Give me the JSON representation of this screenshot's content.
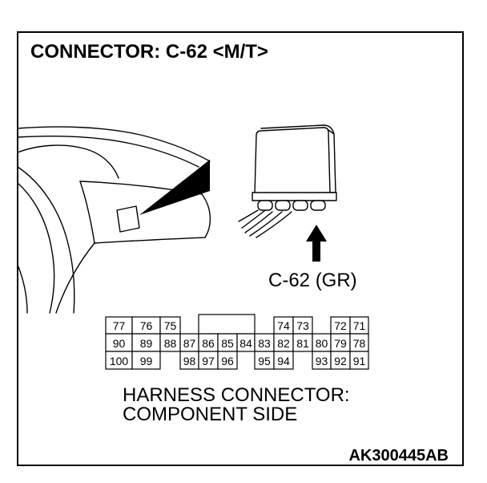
{
  "title": "CONNECTOR: C-62 <M/T>",
  "connector_label": "C-62 (GR)",
  "connector": {
    "rows": [
      [
        "77",
        "76",
        "75",
        null,
        null,
        null,
        null,
        null,
        "74",
        "73",
        null,
        "72",
        "71"
      ],
      [
        "90",
        "89",
        "88",
        "87",
        "86",
        "85",
        "84",
        "83",
        "82",
        "81",
        "80",
        "79",
        "78"
      ],
      [
        "100",
        "99",
        null,
        "98",
        "97",
        "96",
        null,
        "95",
        "94",
        null,
        "93",
        "92",
        "91"
      ]
    ]
  },
  "caption": {
    "line1": "HARNESS CONNECTOR:",
    "line2": "COMPONENT SIDE"
  },
  "figure_id": "AK300445AB"
}
